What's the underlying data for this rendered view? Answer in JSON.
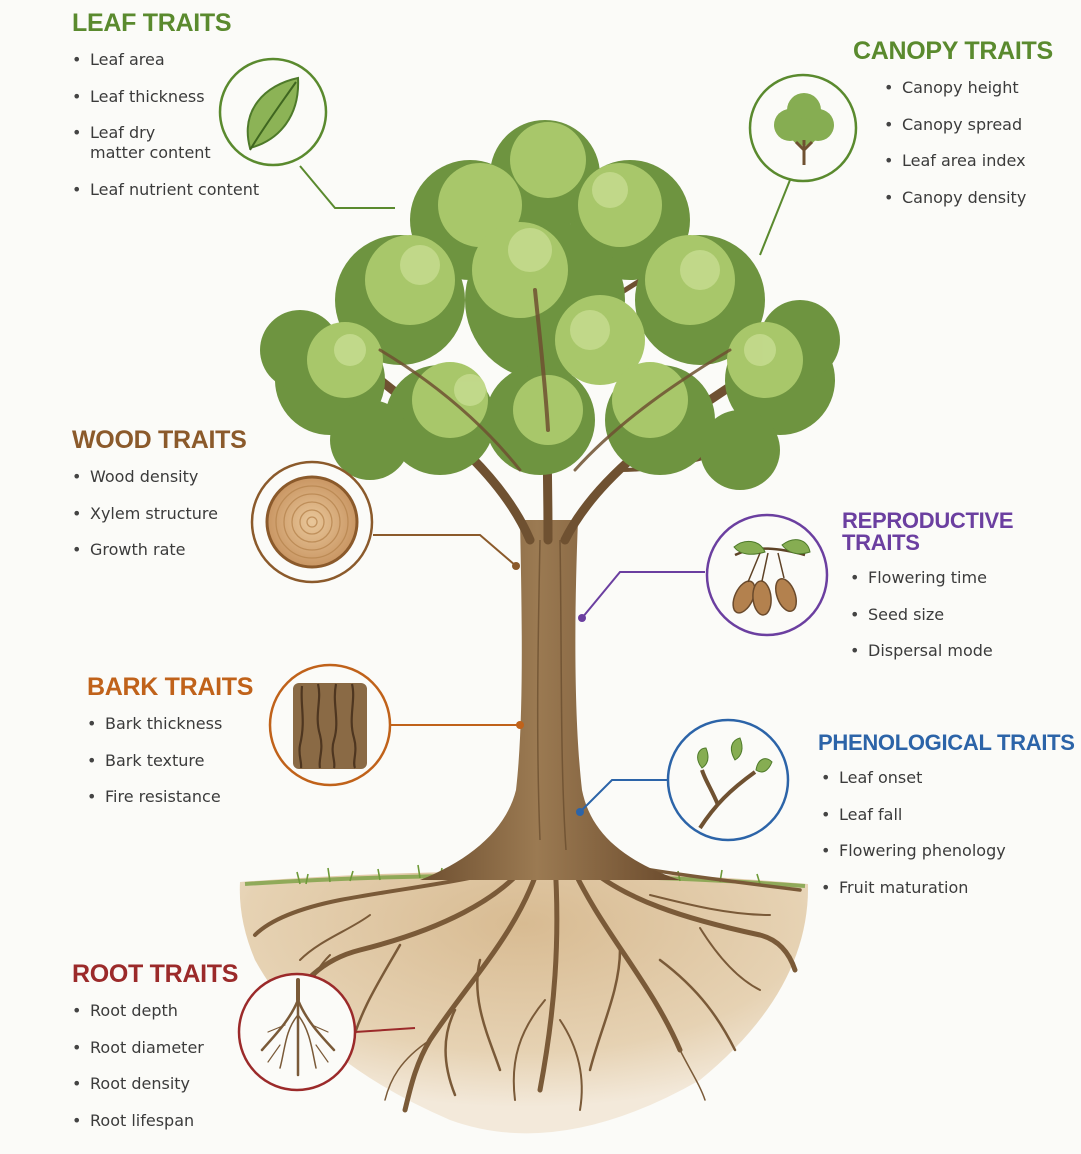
{
  "colors": {
    "leaf": "#5a8a2e",
    "canopy": "#5a8a2e",
    "wood": "#8b5a2b",
    "bark": "#c0621a",
    "reproductive": "#6b3fa0",
    "phenological": "#2c64a8",
    "root": "#9b2a2a",
    "foliage_light": "#a8c76a",
    "foliage_dark": "#6e9440",
    "trunk": "#8a6a45",
    "soil": "#ddc4a0"
  },
  "groups": {
    "leaf": {
      "heading": "LEAF TRAITS",
      "icon": "leaf-icon",
      "items": [
        "Leaf area",
        "Leaf thickness",
        "Leaf dry\nmatter content",
        "Leaf nutrient content"
      ]
    },
    "canopy": {
      "heading": "CANOPY TRAITS",
      "icon": "canopy-tree-icon",
      "items": [
        "Canopy height",
        "Canopy spread",
        "Leaf area index",
        "Canopy density"
      ]
    },
    "wood": {
      "heading": "WOOD TRAITS",
      "icon": "wood-cross-section-icon",
      "items": [
        "Wood density",
        "Xylem structure",
        "Growth rate"
      ]
    },
    "reproductive": {
      "heading": "REPRODUCTIVE TRAITS",
      "icon": "seed-pod-icon",
      "items": [
        "Flowering time",
        "Seed size",
        "Dispersal mode"
      ]
    },
    "bark": {
      "heading": "BARK TRAITS",
      "icon": "bark-texture-icon",
      "items": [
        "Bark thickness",
        "Bark texture",
        "Fire resistance"
      ]
    },
    "phenological": {
      "heading": "PHENOLOGICAL TRAITS",
      "icon": "budding-twig-icon",
      "items": [
        "Leaf onset",
        "Leaf fall",
        "Flowering phenology",
        "Fruit maturation"
      ]
    },
    "root": {
      "heading": "ROOT TRAITS",
      "icon": "root-system-icon",
      "items": [
        "Root depth",
        "Root diameter",
        "Root density",
        "Root lifespan"
      ]
    }
  }
}
